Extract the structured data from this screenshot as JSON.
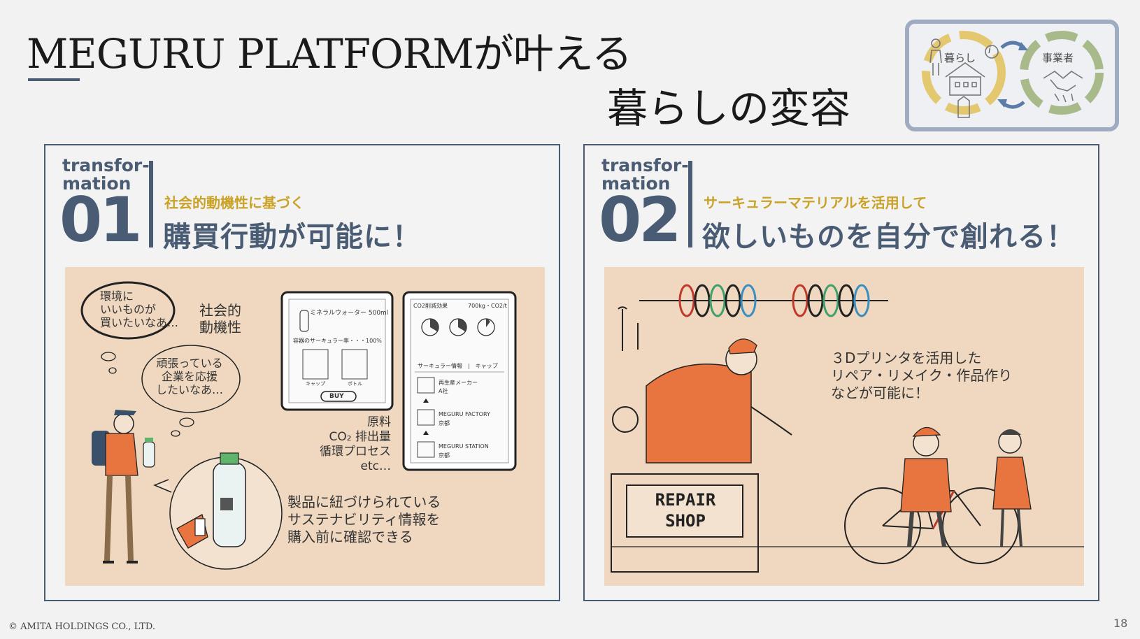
{
  "header": {
    "title_line1": "MEGURU PLATFORMが叶える",
    "title_line2": "暮らしの変容"
  },
  "cycle_diagram": {
    "left_label": "暮らし",
    "right_label": "事業者",
    "info_symbol": "i",
    "colors": {
      "border": "#9eabc0",
      "left_ring": "#e4c870",
      "right_ring": "#a8b98a",
      "arrows": "#5b7ca8"
    }
  },
  "panels": [
    {
      "label": "transfor-\nmation",
      "number": "01",
      "subtitle": "社会的動機性に基づく",
      "heading": "購買行動が可能に！",
      "illustration": {
        "bubble1": "環境に\nいいものが\n買いたいなあ…",
        "bubble2": "頑張っている\n企業を応援\nしたいなあ…",
        "motive_label": "社会的\n動機性",
        "info_list": "原料\nCO₂ 排出量\n循環プロセス\netc…",
        "caption": "製品に紐づけられている\nサステナビリティ情報を\n購入前に確認できる",
        "phone1": {
          "product": "ミネラルウォーター 500ml",
          "rate": "容器のサーキュラー率・・・100%",
          "item1": "キャップ",
          "item2": "ボトル",
          "button": "BUY"
        },
        "phone2": {
          "header_left": "CO2削減効果",
          "header_right": "700kg・CO2/t",
          "tabs": "サーキュラー情報　|　キャップ",
          "step1_title": "再生産メーカー",
          "step1_sub": "A社",
          "step2_title": "MEGURU FACTORY",
          "step2_sub": "京都",
          "step3_title": "MEGURU STATION",
          "step3_sub": "京都"
        }
      }
    },
    {
      "label": "transfor-\nmation",
      "number": "02",
      "subtitle": "サーキュラーマテリアルを活用して",
      "heading": "欲しいものを自分で創れる！",
      "illustration": {
        "caption": "３Dプリンタを活用した\nリペア・リメイク・作品作り\nなどが可能に！",
        "sign": "REPAIR\nSHOP"
      }
    }
  ],
  "colors": {
    "accent_navy": "#4a5b74",
    "accent_gold": "#c9a227",
    "illustration_bg": "#efd8bf",
    "figure_orange": "#e8743f"
  },
  "footer": {
    "copyright": "© AMITA HOLDINGS CO., LTD.",
    "page_number": "18"
  }
}
